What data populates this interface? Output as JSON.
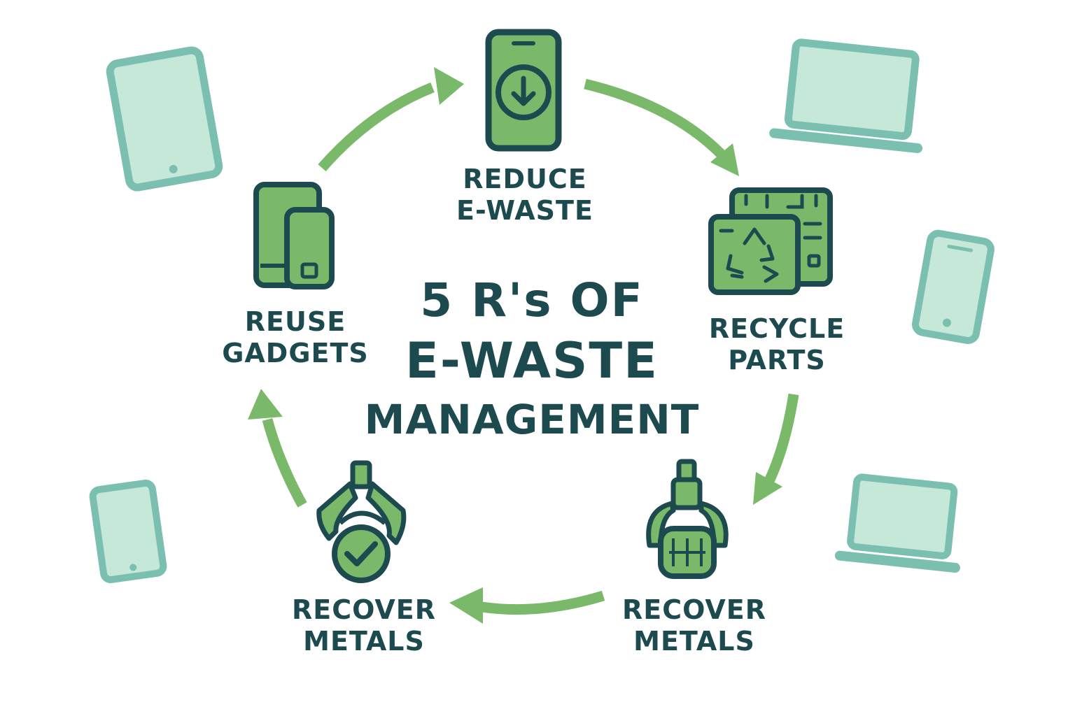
{
  "title": {
    "line1": "5 R's OF",
    "line2": "E-WASTE",
    "line3": "MANAGEMENT"
  },
  "steps": [
    {
      "id": "reduce",
      "line1": "REDUCE",
      "line2": "E-WASTE",
      "icon": "smartphone-download-icon"
    },
    {
      "id": "recycle",
      "line1": "RECYCLE",
      "line2": "PARTS",
      "icon": "circuit-board-recycle-icon"
    },
    {
      "id": "recover-right",
      "line1": "RECOVER",
      "line2": "METALS",
      "icon": "claw-chip-icon"
    },
    {
      "id": "recover-left",
      "line1": "RECOVER",
      "line2": "METALS",
      "icon": "claw-check-icon"
    },
    {
      "id": "reuse",
      "line1": "REUSE",
      "line2": "GADGETS",
      "icon": "phones-icon"
    }
  ],
  "decorations": [
    "tablet-icon",
    "laptop-icon",
    "phone-icon",
    "tablet-icon",
    "laptop-icon"
  ],
  "colors": {
    "text": "#1d4a4f",
    "icon_fill": "#7ab86a",
    "icon_outline": "#1d4a4f",
    "arrow": "#7ab86a",
    "device_fill": "#c5e8d9",
    "device_outline": "#7bbfb0"
  }
}
